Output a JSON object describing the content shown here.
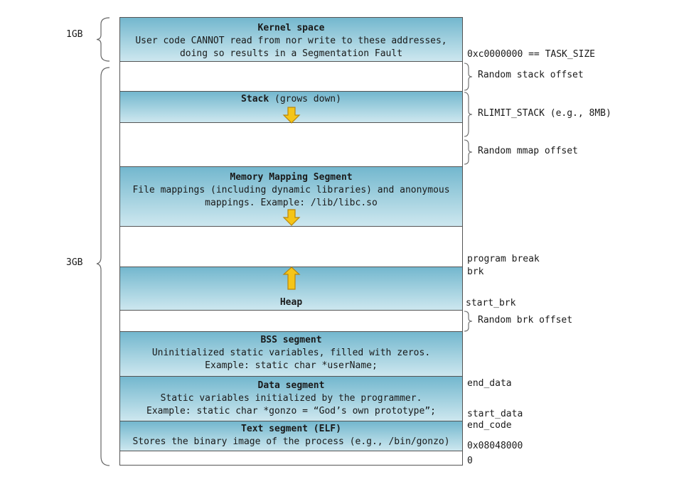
{
  "regions": {
    "kernel": {
      "title": "Kernel space",
      "line1": "User code CANNOT read from nor write to these addresses,",
      "line2": "doing so results in a Segmentation Fault"
    },
    "stack": {
      "title": "Stack",
      "subtitle": "(grows down)"
    },
    "mmap": {
      "title": "Memory Mapping Segment",
      "line1": "File mappings (including dynamic libraries) and anonymous",
      "line2": "mappings. Example: /lib/libc.so"
    },
    "heap": {
      "title": "Heap"
    },
    "bss": {
      "title": "BSS segment",
      "line1": "Uninitialized static variables, filled with zeros.",
      "line2": "Example: static char *userName;"
    },
    "data": {
      "title": "Data segment",
      "line1": "Static variables initialized by the programmer.",
      "line2": "Example: static char *gonzo = “God’s own prototype”;"
    },
    "text": {
      "title": "Text segment (ELF)",
      "line1": "Stores the binary image of the process (e.g., /bin/gonzo)"
    }
  },
  "left_labels": {
    "kernel_size": "1GB",
    "user_size": "3GB"
  },
  "right_labels": {
    "task_size": "0xc0000000 == TASK_SIZE",
    "random_stack_offset": "Random stack offset",
    "rlimit_stack": "RLIMIT_STACK (e.g., 8MB)",
    "random_mmap_offset": "Random mmap offset",
    "program_break": "program break",
    "brk": "brk",
    "start_brk": "start_brk",
    "random_brk_offset": "Random brk offset",
    "end_data": "end_data",
    "start_data": "start_data",
    "end_code": "end_code",
    "text_start_addr": "0x08048000",
    "zero": "0"
  },
  "colors": {
    "segment_fill_top": "#73b7ce",
    "segment_fill_bottom": "#cde7ef",
    "arrow_fill": "#f5c518",
    "arrow_stroke": "#b8860b",
    "border": "#555555"
  }
}
